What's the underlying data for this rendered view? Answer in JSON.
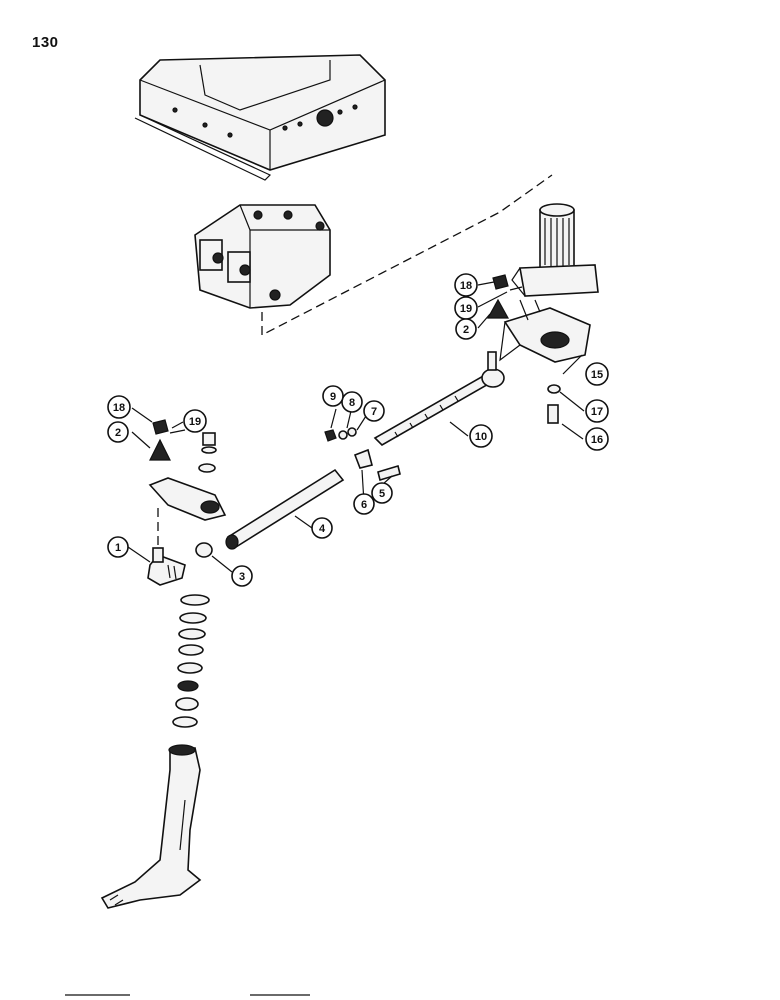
{
  "page": {
    "number": "130"
  },
  "callouts": [
    {
      "label": "1"
    },
    {
      "label": "2"
    },
    {
      "label": "3"
    },
    {
      "label": "4"
    },
    {
      "label": "5"
    },
    {
      "label": "6"
    },
    {
      "label": "7"
    },
    {
      "label": "8"
    },
    {
      "label": "9"
    },
    {
      "label": "10"
    },
    {
      "label": "15"
    },
    {
      "label": "16"
    },
    {
      "label": "17"
    },
    {
      "label": "18"
    },
    {
      "label": "19"
    },
    {
      "label": "2"
    },
    {
      "label": "18"
    },
    {
      "label": "19"
    }
  ]
}
